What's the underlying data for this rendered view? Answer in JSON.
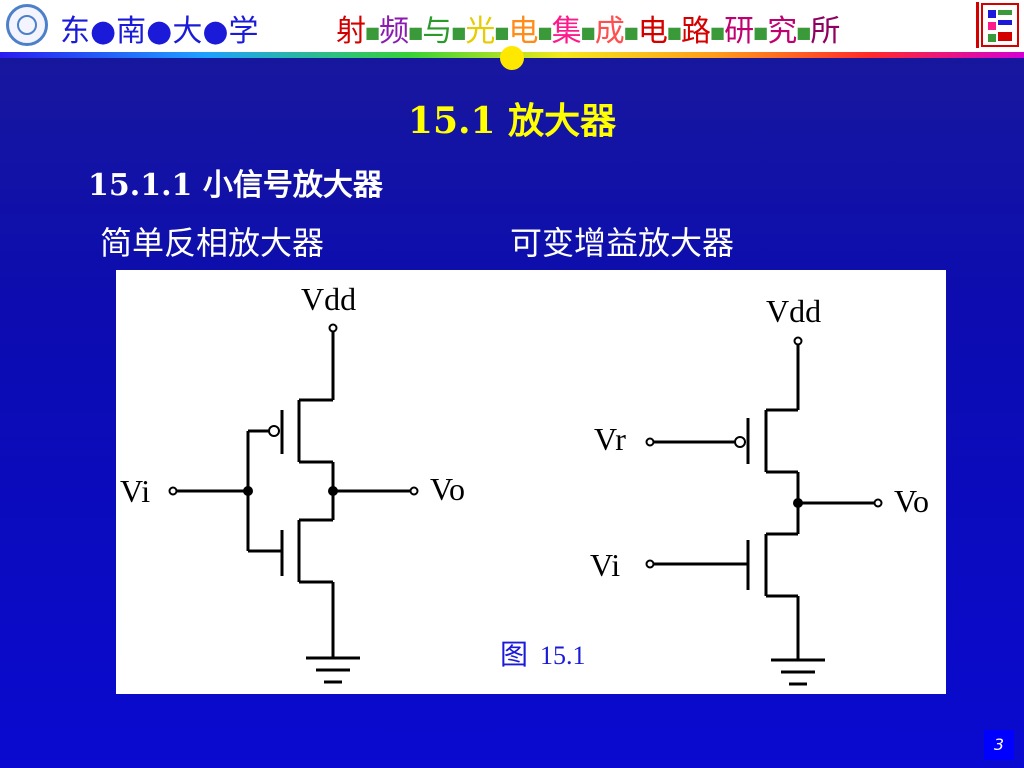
{
  "header": {
    "university": "东●南●大●学",
    "institute_parts": [
      {
        "text": "射",
        "color": "#d40000"
      },
      {
        "text": "■",
        "color": "#3a9a3a"
      },
      {
        "text": "频",
        "color": "#8a1ab0"
      },
      {
        "text": "■",
        "color": "#3a9a3a"
      },
      {
        "text": "与",
        "color": "#2a9a2a"
      },
      {
        "text": "■",
        "color": "#3a9a3a"
      },
      {
        "text": "光",
        "color": "#e6cc00"
      },
      {
        "text": "■",
        "color": "#3a9a3a"
      },
      {
        "text": "电",
        "color": "#ff8c1a"
      },
      {
        "text": "■",
        "color": "#3a9a3a"
      },
      {
        "text": "集",
        "color": "#ff1a8c"
      },
      {
        "text": "■",
        "color": "#3a9a3a"
      },
      {
        "text": "成",
        "color": "#ff5050"
      },
      {
        "text": "■",
        "color": "#3a9a3a"
      },
      {
        "text": "电",
        "color": "#d40000"
      },
      {
        "text": "■",
        "color": "#3a9a3a"
      },
      {
        "text": "路",
        "color": "#d40000"
      },
      {
        "text": "■",
        "color": "#3a9a3a"
      },
      {
        "text": "研",
        "color": "#c00070"
      },
      {
        "text": "■",
        "color": "#3a9a3a"
      },
      {
        "text": "究",
        "color": "#c00070"
      },
      {
        "text": "■",
        "color": "#3a9a3a"
      },
      {
        "text": "所",
        "color": "#900060"
      }
    ],
    "logo_icon": "university-seal-icon",
    "institute_logo_icon": "rfic-logo-icon"
  },
  "slide": {
    "title": "15.1  放大器",
    "subtitle": "15.1.1  小信号放大器",
    "label_left": "简单反相放大器",
    "label_right": "可变增益放大器",
    "page_number": "3"
  },
  "diagram": {
    "left": {
      "vdd": "Vdd",
      "vi": "Vi",
      "vo": "Vo"
    },
    "right": {
      "vdd": "Vdd",
      "vr": "Vr",
      "vi": "Vi",
      "vo": "Vo"
    },
    "caption_prefix": "图",
    "caption_number": "15.1"
  },
  "colors": {
    "title": "#ffff00",
    "caption": "#1a1ad8",
    "background": "#0c0cb0"
  }
}
